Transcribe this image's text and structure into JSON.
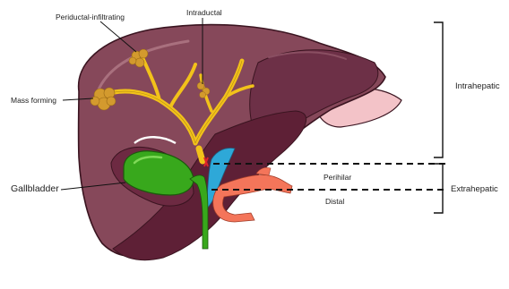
{
  "labels": {
    "periductal": "Periductal-infiltrating",
    "intraductal": "Intraductal",
    "mass_forming": "Mass forming",
    "gallbladder": "Gallbladder",
    "intrahepatic": "Intrahepatic",
    "perihilar": "Perihilar",
    "extrahepatic": "Extrahepatic",
    "distal": "Distal"
  },
  "colors": {
    "liver": "#86485a",
    "liver_dark": "#5e2036",
    "liver_edge": "#3a1420",
    "bile_duct": "#f2c21a",
    "gallbladder": "#38a81c",
    "tumor": "#d39a2e",
    "artery": "#f4755a",
    "portal_vein": "#2ea8d8",
    "stomach": "#f3c3c8"
  }
}
